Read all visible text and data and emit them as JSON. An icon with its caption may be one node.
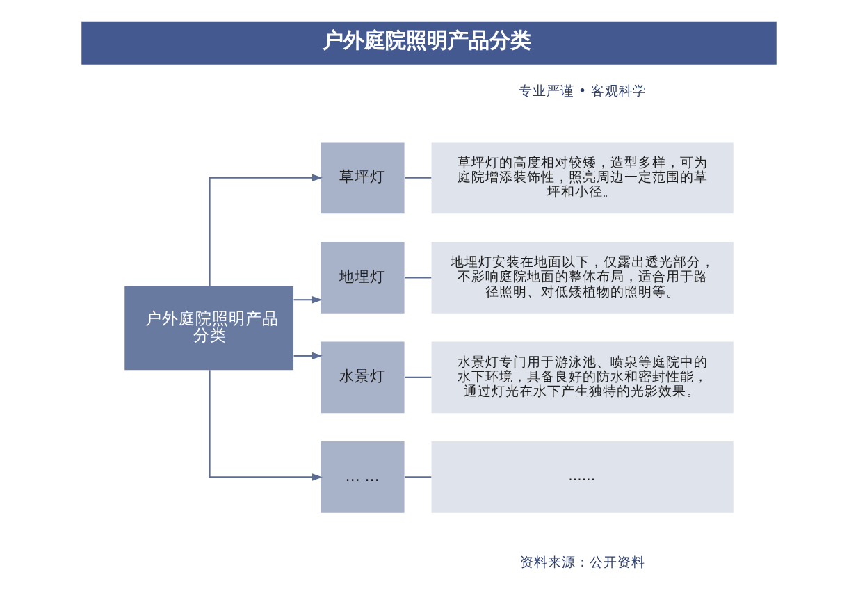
{
  "diagram": {
    "title": "户外庭院照明产品分类",
    "nodes": [
      {
        "text": [
          "户外庭院照明产品分类"
        ]
      },
      {
        "text": [
          "草坪灯"
        ]
      },
      {
        "text": [
          "草坪灯的高度相对较矮，造型多样，可为庭院增添装饰性，照亮周边一定范围的草坪和小径。"
        ]
      },
      {
        "text": [
          "地埋灯"
        ]
      },
      {
        "text": [
          "地埋灯安装在地面以下，仅露出透光部分，不影响庭院地面的整体布局，适合用于路径照明、对低矮植物的照明等。"
        ]
      },
      {
        "text": [
          "水景灯"
        ]
      },
      {
        "text": [
          "水景灯专门用于游泳池、喷泉等庭院中的水下环境，具备良好的防水和密封性能，通过灯光在水下产生独特的光影效果。"
        ]
      },
      {
        "text": [
          "… …"
        ]
      },
      {
        "text": [
          "……"
        ]
      }
    ],
    "edges": [
      {
        "from": 0,
        "to": 1,
        "arrow": "to"
      },
      {
        "from": 1,
        "to": 2,
        "arrow": "none"
      },
      {
        "from": 0,
        "to": 3,
        "arrow": "to"
      },
      {
        "from": 3,
        "to": 4,
        "arrow": "none"
      },
      {
        "from": 0,
        "to": 5,
        "arrow": "to"
      },
      {
        "from": 5,
        "to": 6,
        "arrow": "none"
      },
      {
        "from": 0,
        "to": 7,
        "arrow": "to"
      },
      {
        "from": 7,
        "to": 8,
        "arrow": "none"
      }
    ],
    "labels": [
      "专业严谨 • 客观科学",
      "资料来源：公开资料"
    ]
  }
}
